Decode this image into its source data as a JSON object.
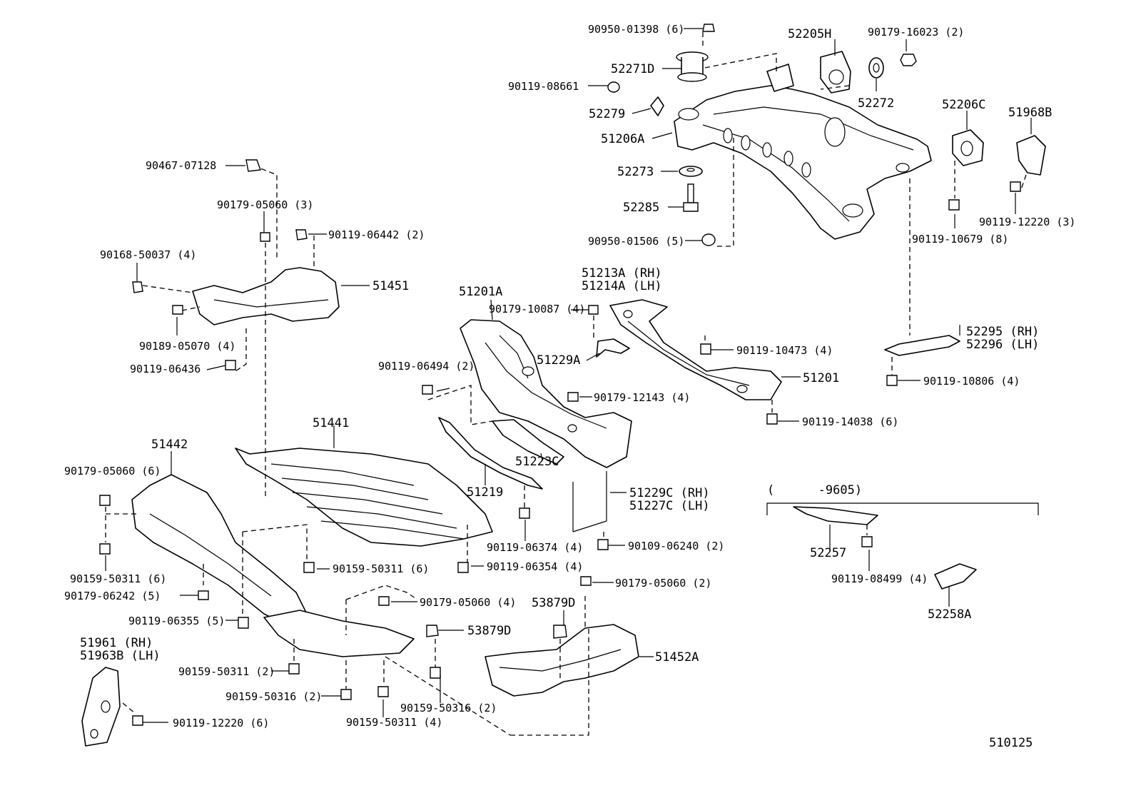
{
  "diagram_id": "510125",
  "labels": {
    "l_90950_01398": "90950-01398 (6)",
    "l_52205H": "52205H",
    "l_90179_16023": "90179-16023 (2)",
    "l_52271D": "52271D",
    "l_90119_08661": "90119-08661",
    "l_52272": "52272",
    "l_52206C": "52206C",
    "l_51968B": "51968B",
    "l_52279": "52279",
    "l_51206A": "51206A",
    "l_52273": "52273",
    "l_52285": "52285",
    "l_90950_01506": "90950-01506 (5)",
    "l_90119_10679": "90119-10679 (8)",
    "l_90119_12220_3": "90119-12220 (3)",
    "l_90467_07128": "90467-07128",
    "l_90179_05060_3": "90179-05060 (3)",
    "l_90119_06442": "90119-06442 (2)",
    "l_90168_50037": "90168-50037 (4)",
    "l_51451": "51451",
    "l_90189_05070": "90189-05070 (4)",
    "l_90119_06436": "90119-06436",
    "l_51213A": "51213A (RH)",
    "l_51214A": "51214A (LH)",
    "l_51201A": "51201A",
    "l_90179_10087": "90179-10087 (4)",
    "l_51229A": "51229A",
    "l_90119_10473": "90119-10473 (4)",
    "l_90119_06494": "90119-06494 (2)",
    "l_90179_12143": "90179-12143 (4)",
    "l_51201": "51201",
    "l_90119_14038": "90119-14038 (6)",
    "l_52295": "52295 (RH)",
    "l_52296": "52296 (LH)",
    "l_90119_10806": "90119-10806 (4)",
    "l_51442": "51442",
    "l_51441": "51441",
    "l_51223C": "51223C",
    "l_51219": "51219",
    "l_90179_05060_6": "90179-05060 (6)",
    "l_51229C": "51229C (RH)",
    "l_51227C": "51227C (LH)",
    "l_bracket_range": "(      -9605)",
    "l_52257": "52257",
    "l_90119_08499": "90119-08499 (4)",
    "l_52258A": "52258A",
    "l_90119_06374": "90119-06374 (4)",
    "l_90109_06240": "90109-06240 (2)",
    "l_90159_50311_6a": "90159-50311 (6)",
    "l_90159_50311_6b": "90159-50311 (6)",
    "l_90119_06354": "90119-06354 (4)",
    "l_90179_06242": "90179-06242 (5)",
    "l_90179_05060_4": "90179-05060 (4)",
    "l_90179_05060_2": "90179-05060 (2)",
    "l_90119_06355": "90119-06355 (5)",
    "l_53879D_a": "53879D",
    "l_53879D_b": "53879D",
    "l_51961": "51961   (RH)",
    "l_51963B": "51963B (LH)",
    "l_51452A": "51452A",
    "l_90159_50311_2": "90159-50311 (2)",
    "l_90159_50316_2a": "90159-50316 (2)",
    "l_90159_50316_2b": "90159-50316 (2)",
    "l_90159_50311_4": "90159-50311 (4)",
    "l_90119_12220_6": "90119-12220 (6)"
  }
}
